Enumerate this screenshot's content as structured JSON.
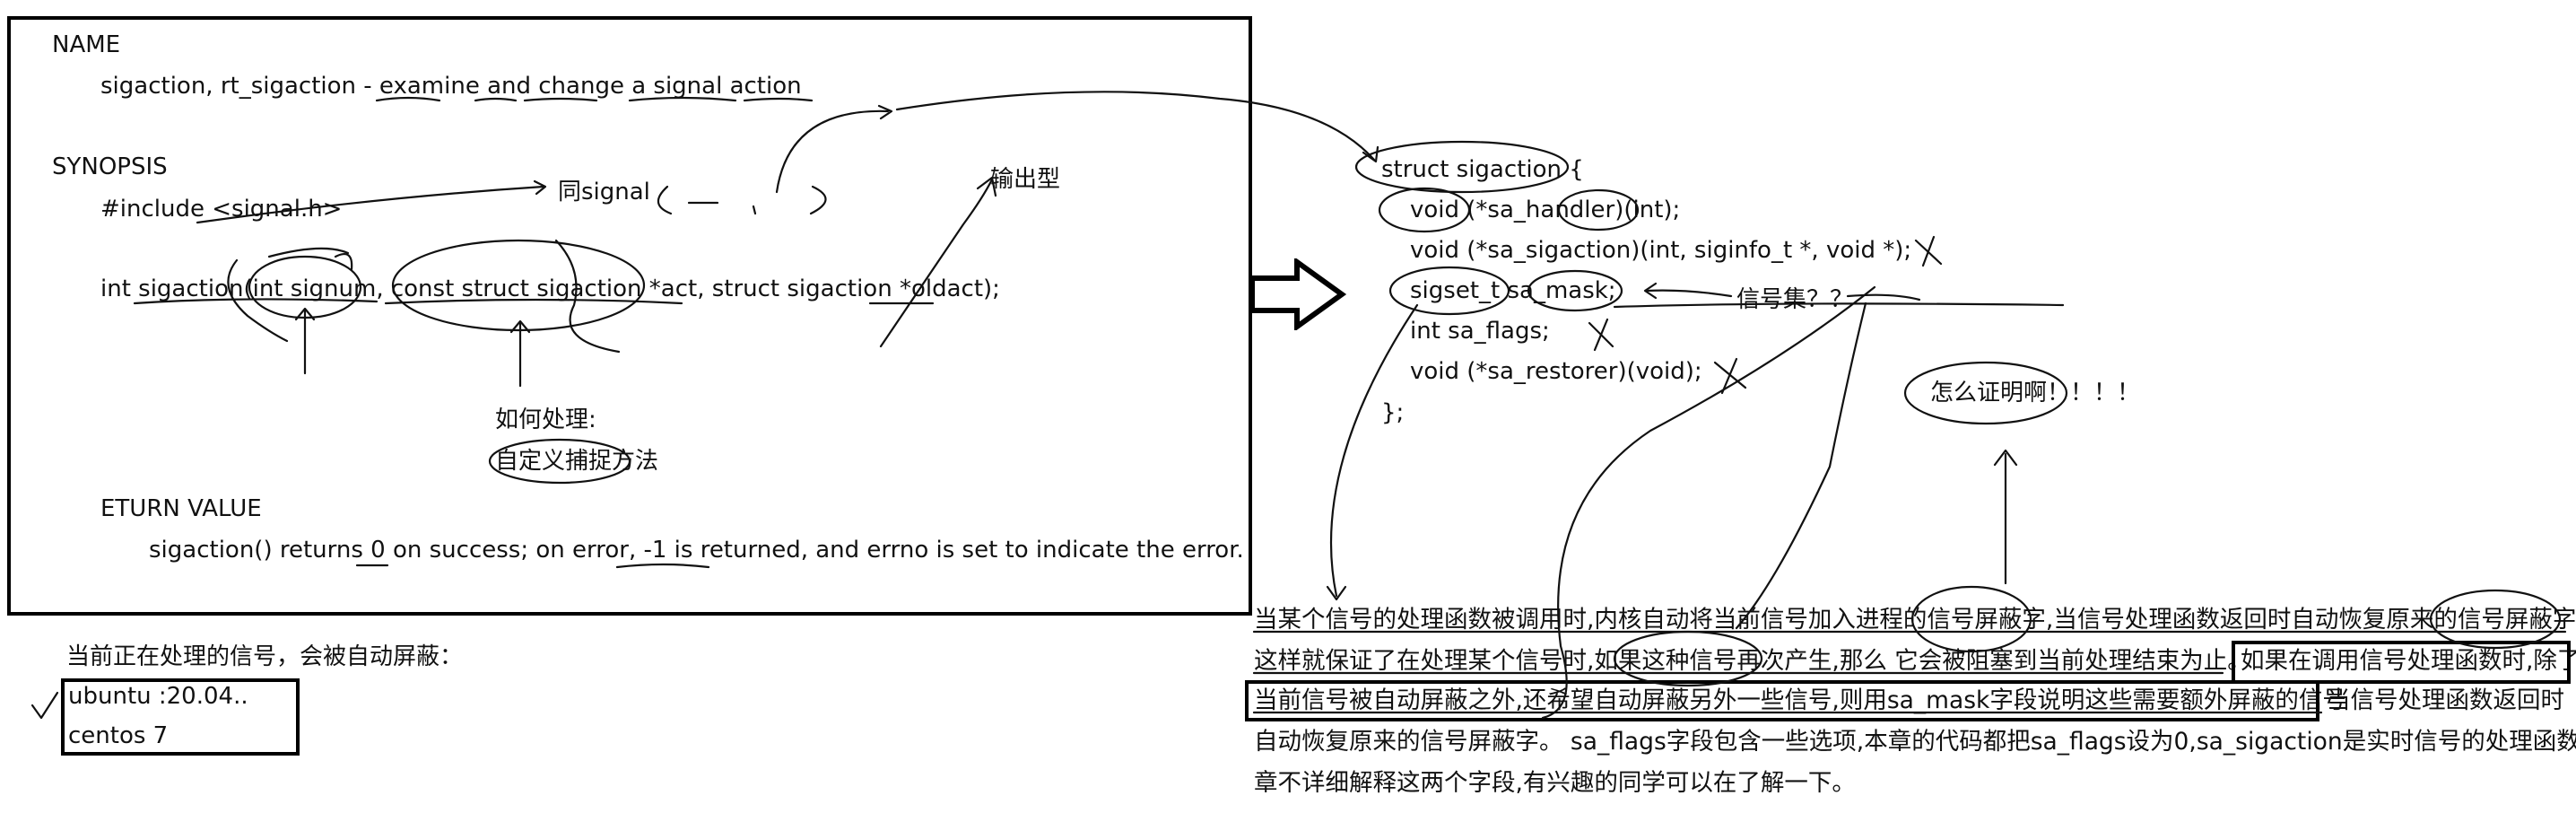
{
  "man": {
    "name_heading": "NAME",
    "name_line": "sigaction, rt_sigaction - examine and change a signal action",
    "synopsis_heading": "SYNOPSIS",
    "include_line": "#include <signal.h>",
    "prototype_line": "int sigaction(int signum, const struct sigaction *act,  struct sigaction *oldact);",
    "return_heading": "ETURN VALUE",
    "return_line": "sigaction() returns 0 on success; on error, -1 is returned, and errno is set to indicate the error."
  },
  "annotations": {
    "same_signal": "同signal",
    "output_type": "输出型",
    "how_handle": "如何处理:",
    "custom_catch": "自定义捕捉方法",
    "signal_set": "信号集？？",
    "how_prove": "怎么证明啊！！！！"
  },
  "struct": {
    "header": "struct sigaction {",
    "lines": [
      "void     (*sa_handler)(int);",
      "void     (*sa_sigaction)(int, siginfo_t *, void *);",
      "sigset_t     sa_mask;",
      "int       sa_flags;",
      "void     (*sa_restorer)(void);"
    ],
    "footer": "};"
  },
  "note_left": {
    "text": "当前正在处理的信号，会被自动屏蔽：",
    "os_list": [
      "ubuntu :20.04..",
      "centos 7"
    ]
  },
  "explanation": {
    "lines": [
      "当某个信号的处理函数被调用时,内核自动将当前信号加入进程的信号屏蔽字,当信号处理函数返回时自动恢复原来的信号屏蔽字,",
      "这样就保证了在处理某个信号时,如果这种信号再次产生,那么 它会被阻塞到当前处理结束为止。",
      "如果在调用信号处理函数时,除了",
      "当前信号被自动屏蔽之外,还希望自动屏蔽另外一些信号,则用sa_mask字段说明这些需要额外屏蔽的信号",
      "当信号处理函数返回时",
      "自动恢复原来的信号屏蔽字。 sa_flags字段包含一些选项,本章的代码都把sa_flags设为0,sa_sigaction是实时信号的处理函数,本",
      "章不详细解释这两个字段,有兴趣的同学可以在了解一下。"
    ]
  }
}
